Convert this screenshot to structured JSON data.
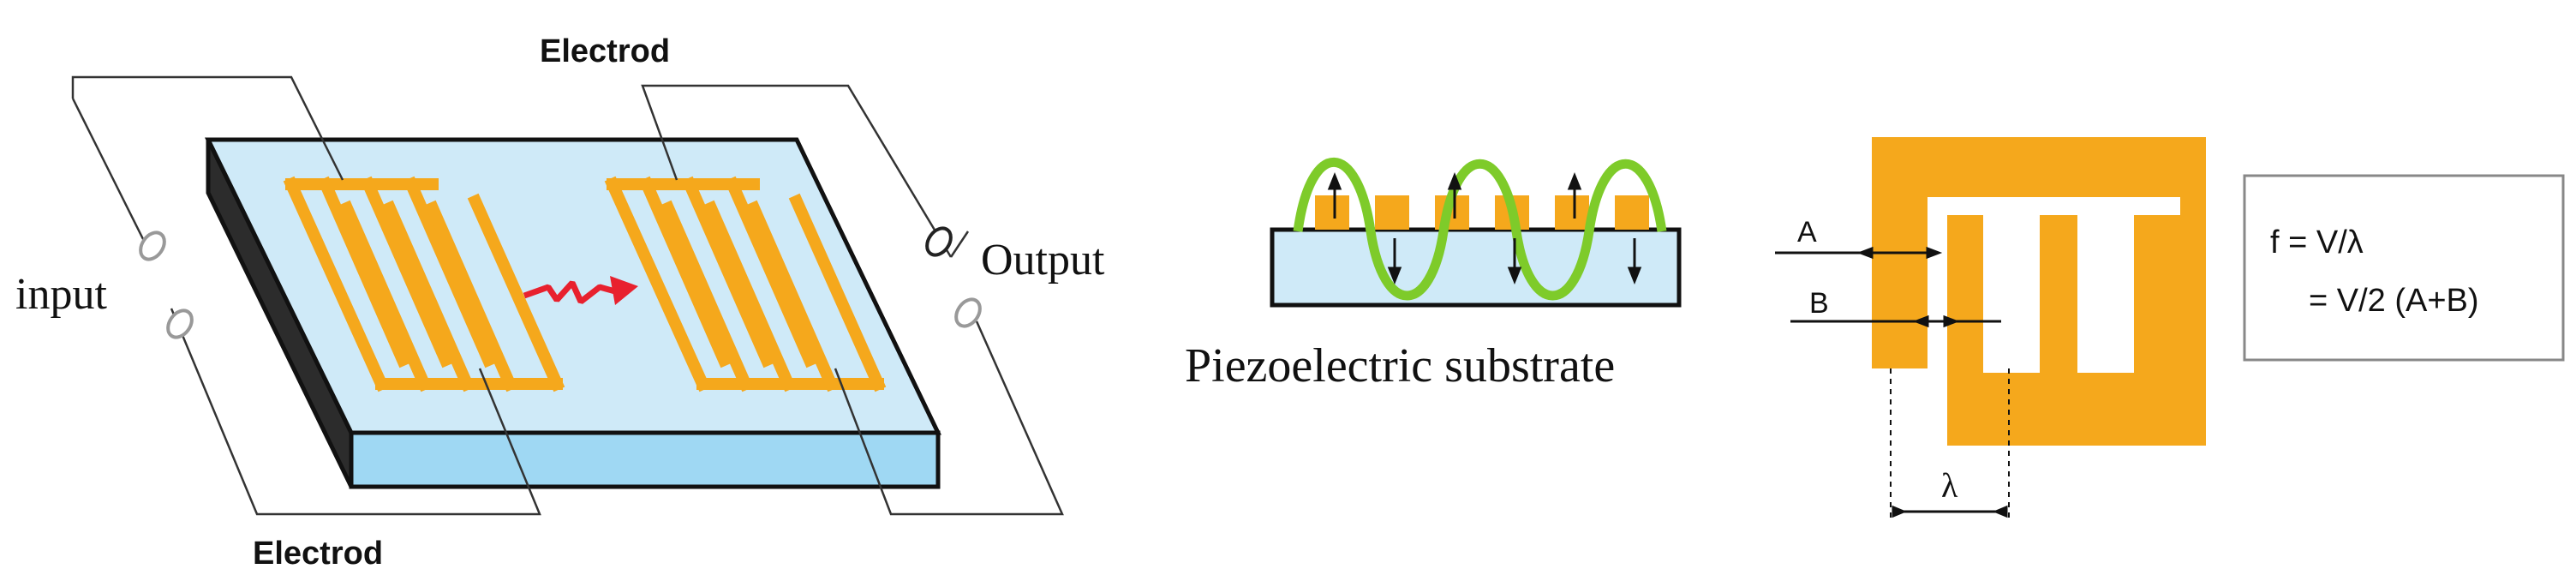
{
  "left": {
    "label_electrode_top": "Electrod",
    "label_electrode_bottom": "Electrod",
    "label_input": "input",
    "label_output": "Output"
  },
  "middle": {
    "caption": "Piezoelectric substrate"
  },
  "right": {
    "label_a": "A",
    "label_b": "B",
    "label_lambda": "λ",
    "formula_line1": "f = V/λ",
    "formula_line2": "= V/2 (A+B)"
  },
  "colors": {
    "electrode": "#f5a81c",
    "substrate_top": "#cfeaf8",
    "substrate_side": "#9fd8f3",
    "wave": "#7ecb2a",
    "arrow_red": "#e8212e",
    "outline": "#111111",
    "formula_border": "#888888"
  }
}
